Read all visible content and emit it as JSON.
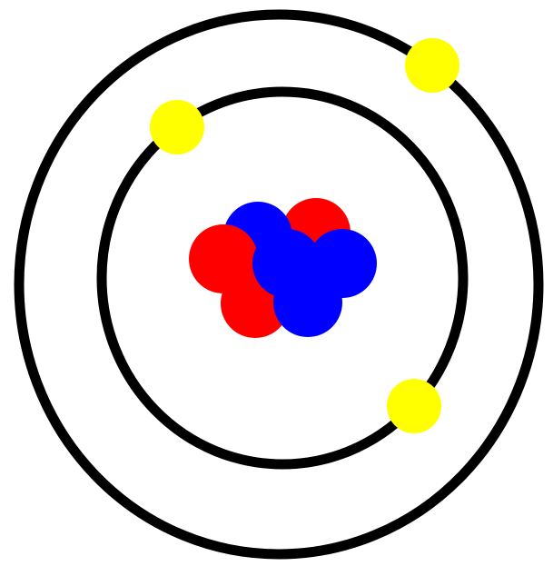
{
  "diagram": {
    "type": "atom-model",
    "colors": {
      "background": "#ffffff",
      "orbit": "#000000",
      "electron": "#ffff00",
      "proton": "#ff0000",
      "neutron": "#0000ff"
    },
    "shells": [
      {
        "name": "inner-shell",
        "electron_count": 2
      },
      {
        "name": "outer-shell",
        "electron_count": 1
      }
    ],
    "nucleus": {
      "proton_count": 3,
      "neutron_count": 4
    }
  }
}
